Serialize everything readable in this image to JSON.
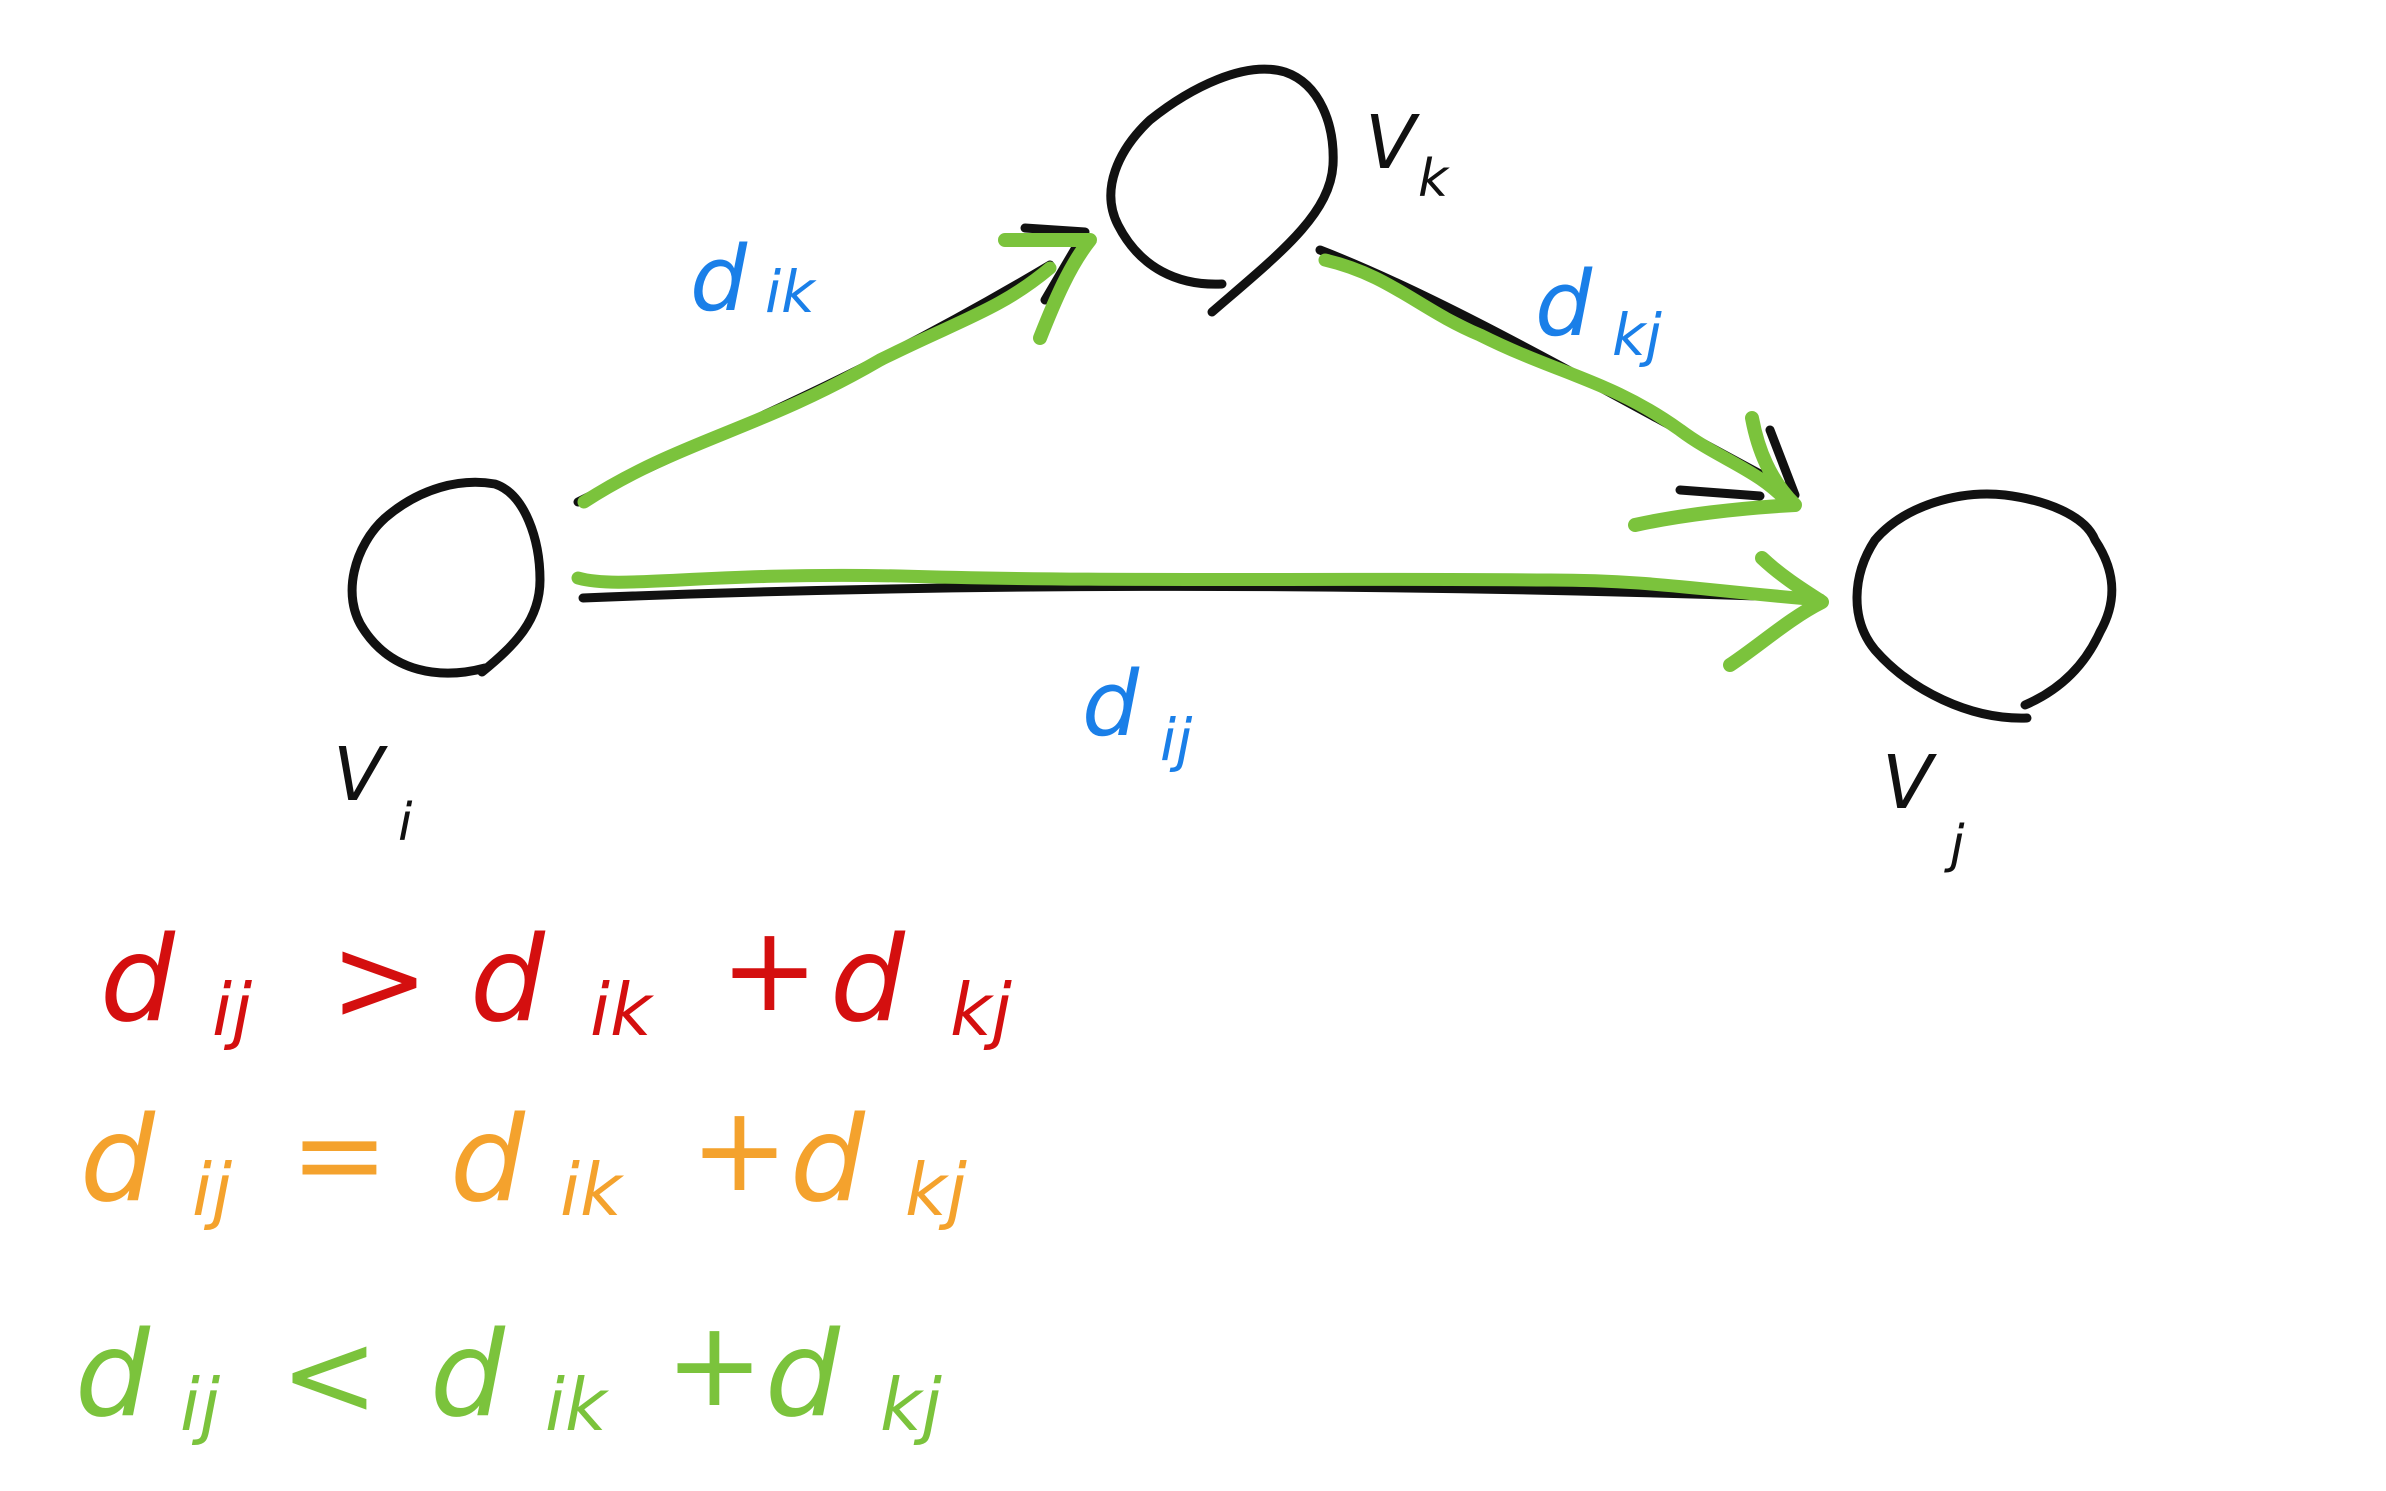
{
  "nodes": {
    "i": {
      "base": "V",
      "sub": "i"
    },
    "k": {
      "base": "V",
      "sub": "k"
    },
    "j": {
      "base": "V",
      "sub": "j"
    }
  },
  "edges": {
    "ik": {
      "base": "d",
      "sub": "ik"
    },
    "kj": {
      "base": "d",
      "sub": "kj"
    },
    "ij": {
      "base": "d",
      "sub": "ij"
    }
  },
  "equations": [
    {
      "lhs": "d",
      "lhs_sub": "ij",
      "op": ">",
      "a": "d",
      "a_sub": "ik",
      "plus": "+",
      "b": "d",
      "b_sub": "kj",
      "color": "#d40f0f"
    },
    {
      "lhs": "d",
      "lhs_sub": "ij",
      "op": "=",
      "a": "d",
      "a_sub": "ik",
      "plus": "+",
      "b": "d",
      "b_sub": "kj",
      "color": "#f4a22d"
    },
    {
      "lhs": "d",
      "lhs_sub": "ij",
      "op": "<",
      "a": "d",
      "a_sub": "ik",
      "plus": "+",
      "b": "d",
      "b_sub": "kj",
      "color": "#7bc33c"
    }
  ],
  "colors": {
    "ink": "#111111",
    "edge_label": "#1a7fe8",
    "highlight": "#7bc33c"
  }
}
